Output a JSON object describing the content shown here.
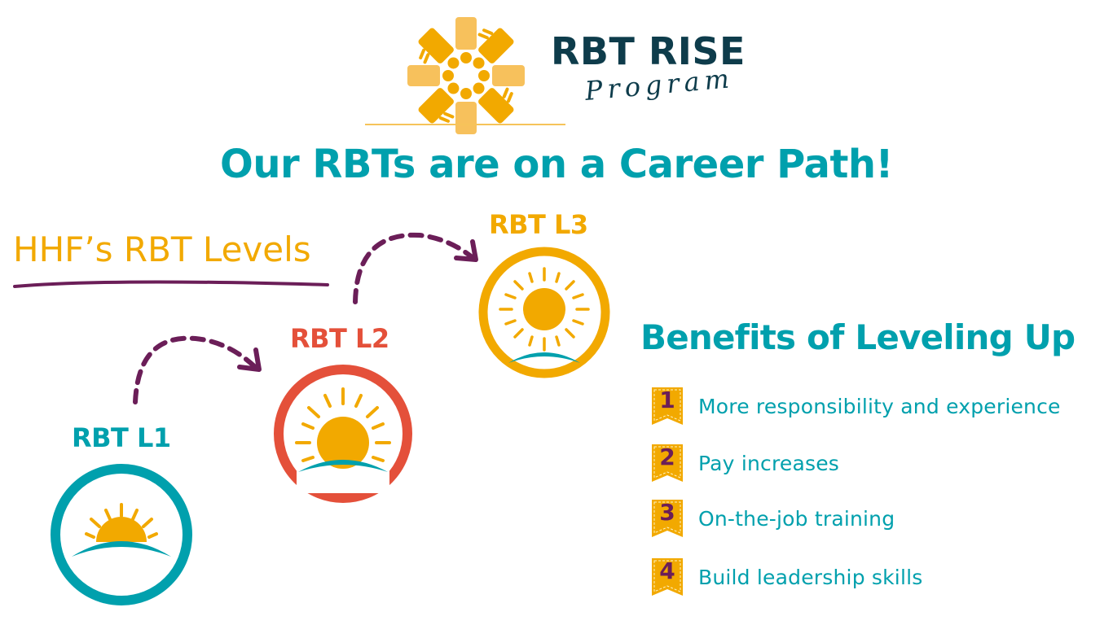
{
  "brand": {
    "title": "RBT RISE",
    "subtitle": "Program",
    "logo_icon": "people-circle-logo-icon",
    "colors": {
      "logo": "#f2a900",
      "title": "#0e3c4b"
    }
  },
  "main_title": "Our RBTs are on a Career Path!",
  "levels_section": {
    "heading": "HHF’s RBT Levels",
    "levels": [
      {
        "label": "RBT L1",
        "color": "#00a0ad",
        "icon": "sunrise-icon"
      },
      {
        "label": "RBT L2",
        "color": "#e4503a",
        "icon": "rising-sun-icon"
      },
      {
        "label": "RBT L3",
        "color": "#f2a900",
        "icon": "full-sun-icon"
      }
    ],
    "arrow_color": "#6b1e58"
  },
  "benefits_section": {
    "heading": "Benefits of Leveling Up",
    "items": [
      {
        "number": "1",
        "text": "More responsibility and experience"
      },
      {
        "number": "2",
        "text": "Pay increases"
      },
      {
        "number": "3",
        "text": "On-the-job training"
      },
      {
        "number": "4",
        "text": "Build leadership skills"
      }
    ],
    "ribbon_color": "#f2a900",
    "number_color": "#6b1e58",
    "text_color": "#00a0ad"
  }
}
